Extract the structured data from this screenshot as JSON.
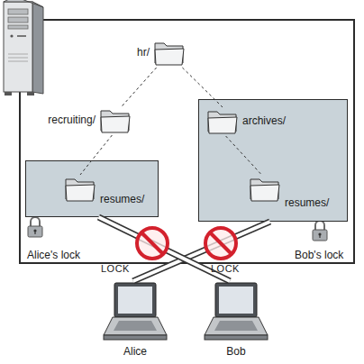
{
  "diagram": {
    "nodes": [
      {
        "text": [
          "hr/"
        ]
      },
      {
        "text": [
          "recruiting/"
        ]
      },
      {
        "text": [
          "Alice's lock"
        ]
      },
      {
        "text": [
          "resumes/"
        ],
        "in": 2
      },
      {
        "text": [
          "Bob's lock"
        ]
      },
      {
        "text": [
          "archives/"
        ],
        "in": 4
      },
      {
        "text": [
          "resumes/"
        ],
        "in": 4
      },
      {
        "text": [
          "Alice"
        ]
      },
      {
        "text": [
          "Bob"
        ]
      }
    ],
    "edges": [
      {
        "from": 0,
        "to": 1,
        "arrow": "none"
      },
      {
        "from": 0,
        "to": 5,
        "arrow": "none"
      },
      {
        "from": 1,
        "to": 3,
        "arrow": "none"
      },
      {
        "from": 5,
        "to": 6,
        "arrow": "none"
      },
      {
        "from": 7,
        "to": 4,
        "label": "LOCK",
        "arrow": "none"
      },
      {
        "from": 8,
        "to": 2,
        "label": "LOCK",
        "arrow": "none"
      }
    ]
  }
}
